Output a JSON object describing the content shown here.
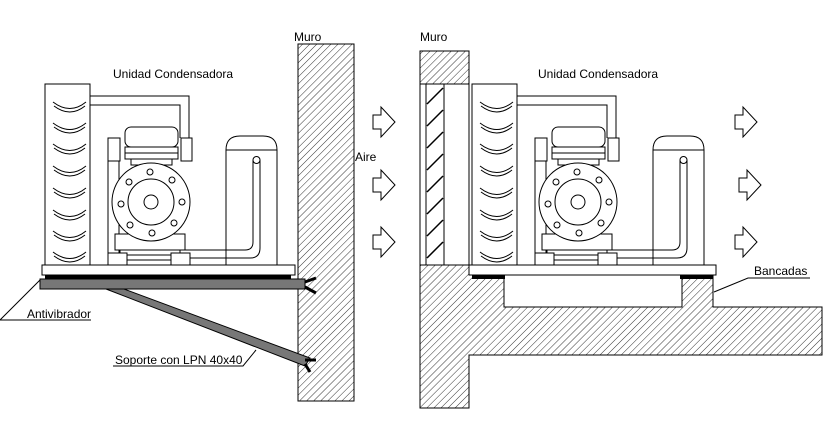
{
  "left_view": {
    "wall_label": "Muro",
    "unit_label": "Unidad Condensadora",
    "air_label": "Aire",
    "antivibration_label": "Antivibrador",
    "support_label": "Soporte con LPN 40x40"
  },
  "right_view": {
    "wall_label": "Muro",
    "unit_label": "Unidad Condensadora",
    "base_label": "Bancadas"
  },
  "colors": {
    "line": "#000000",
    "support_bar": "#777777",
    "pad": "#000000"
  }
}
